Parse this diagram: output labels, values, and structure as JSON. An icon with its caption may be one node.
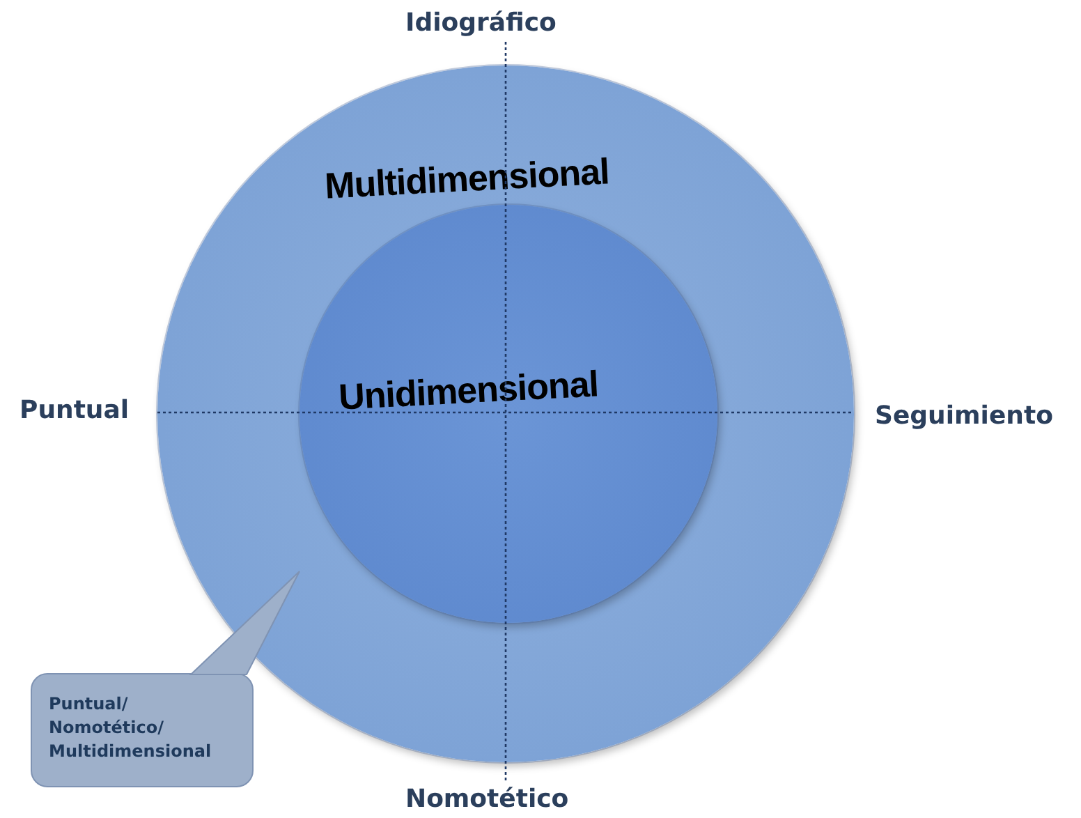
{
  "diagram": {
    "nodes": [
      {
        "text": [
          "Multidimensional"
        ]
      },
      {
        "text": [
          "Unidimensional"
        ],
        "in": 0
      },
      {
        "text": [
          "Puntual/ Nomotético/ Multidimensional"
        ]
      }
    ],
    "edges": [
      {
        "from": 2,
        "to": 0,
        "arrow": "none"
      }
    ],
    "labels": [
      "Idiográfico",
      "Puntual",
      "Seguimiento",
      "Nomotético"
    ]
  }
}
